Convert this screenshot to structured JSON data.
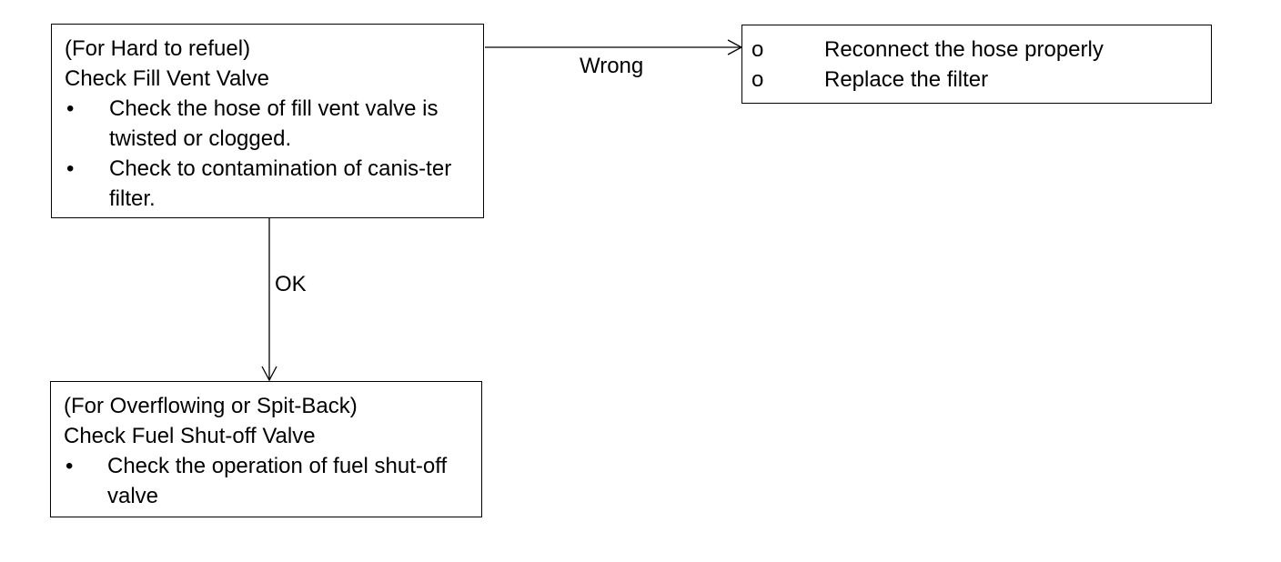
{
  "diagram": {
    "box_hard_to_refuel": {
      "condition": "(For Hard to refuel)",
      "title": "Check Fill Vent Valve",
      "bullet_mark": "•",
      "bullets": [
        "Check the hose of fill vent valve is twisted or clogged.",
        "Check to contamination of canis-ter filter."
      ]
    },
    "box_remedy": {
      "bullet_mark": "o",
      "items": [
        "Reconnect the hose properly",
        "Replace the filter"
      ]
    },
    "box_overflowing": {
      "condition": "(For Overflowing or Spit-Back)",
      "title": "Check Fuel Shut-off Valve",
      "bullet_mark": "•",
      "bullets": [
        "Check the operation of fuel shut-off valve"
      ]
    },
    "edges": {
      "wrong_label": "Wrong",
      "ok_label": "OK"
    }
  }
}
